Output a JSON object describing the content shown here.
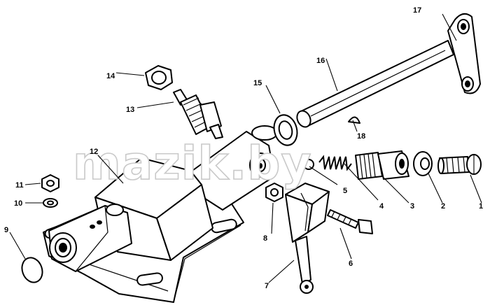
{
  "watermark": "mazik.by",
  "callouts": [
    {
      "id": "1",
      "label": "1"
    },
    {
      "id": "2",
      "label": "2"
    },
    {
      "id": "3",
      "label": "3"
    },
    {
      "id": "4",
      "label": "4"
    },
    {
      "id": "5",
      "label": "5"
    },
    {
      "id": "6",
      "label": "6"
    },
    {
      "id": "7",
      "label": "7"
    },
    {
      "id": "8",
      "label": "8"
    },
    {
      "id": "9",
      "label": "9"
    },
    {
      "id": "10",
      "label": "10"
    },
    {
      "id": "11",
      "label": "11"
    },
    {
      "id": "12",
      "label": "12"
    },
    {
      "id": "13",
      "label": "13"
    },
    {
      "id": "14",
      "label": "14"
    },
    {
      "id": "15",
      "label": "15"
    },
    {
      "id": "16",
      "label": "16"
    },
    {
      "id": "17",
      "label": "17"
    },
    {
      "id": "18",
      "label": "18"
    }
  ]
}
